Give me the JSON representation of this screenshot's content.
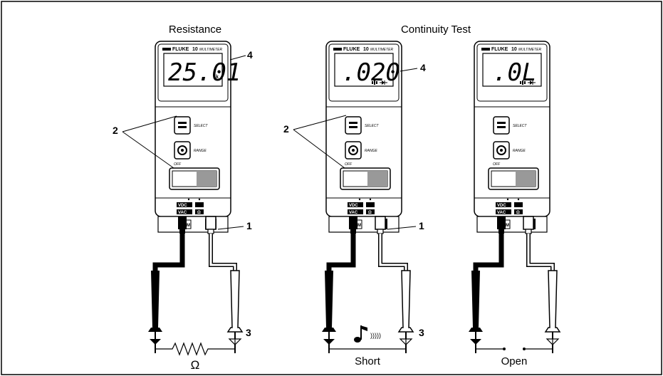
{
  "headings": {
    "resistance": "Resistance",
    "continuity": "Continuity Test"
  },
  "callouts": {
    "one": "1",
    "two": "2",
    "three": "3",
    "four": "4"
  },
  "meter": {
    "brand": "FLUKE",
    "model": "10",
    "model_sub": "MULTIMETER",
    "select_label": "SELECT",
    "range_label": "RANGE",
    "off_label": "OFF",
    "vdc_label": "VDC",
    "vac_label": "VAC",
    "ohm_label": "Ω",
    "com_label": "COM",
    "plus_label": "+"
  },
  "meters": [
    {
      "reading": "25.01",
      "unit": "k"
    },
    {
      "reading": ".020",
      "unit": ""
    },
    {
      "reading": ".0L",
      "unit": ""
    }
  ],
  "bottom_labels": {
    "ohm": "Ω",
    "short": "Short",
    "open": "Open"
  },
  "colors": {
    "line": "#000000",
    "switch_grey": "#999999",
    "lcd_bg": "#ffffff"
  }
}
